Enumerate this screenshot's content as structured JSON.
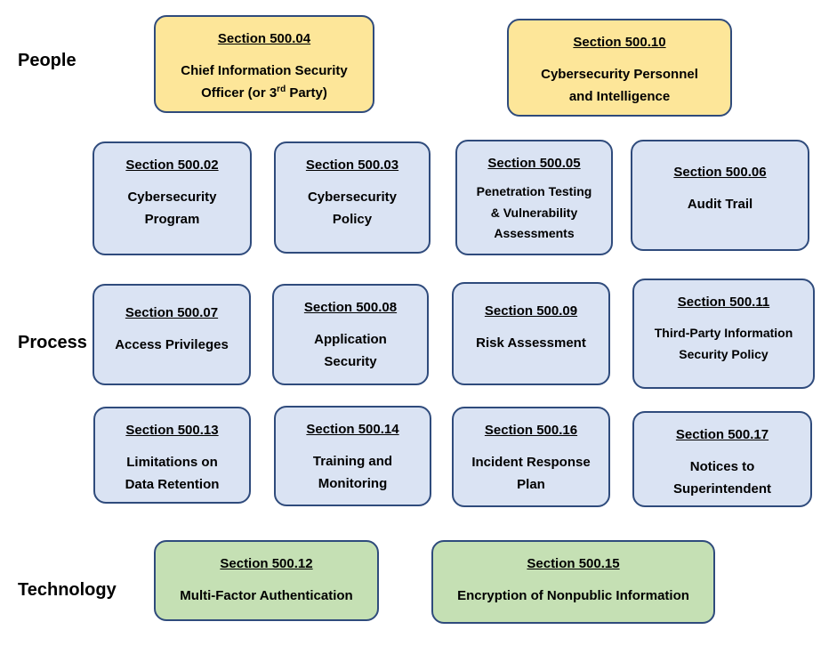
{
  "categories": {
    "people": "People",
    "process": "Process",
    "technology": "Technology"
  },
  "colors": {
    "people": "#fde699",
    "process": "#dae3f3",
    "technology": "#c5e0b4",
    "border": "#2f4b7c"
  },
  "boxes": {
    "s0504": {
      "section": "Section 500.04",
      "text_a": "Chief Information Security",
      "text_b_pre": "Officer (or 3",
      "text_b_sup": "rd",
      "text_b_post": " Party)"
    },
    "s0510": {
      "section": "Section 500.10",
      "line1": "Cybersecurity Personnel",
      "line2": "and Intelligence"
    },
    "s0502": {
      "section": "Section 500.02",
      "line1": "Cybersecurity",
      "line2": "Program"
    },
    "s0503": {
      "section": "Section 500.03",
      "line1": "Cybersecurity",
      "line2": "Policy"
    },
    "s0505": {
      "section": "Section 500.05",
      "line1": "Penetration Testing",
      "line2": "& Vulnerability",
      "line3": "Assessments"
    },
    "s0506": {
      "section": "Section 500.06",
      "line1": "Audit Trail"
    },
    "s0507": {
      "section": "Section 500.07",
      "line1": "Access Privileges"
    },
    "s0508": {
      "section": "Section 500.08",
      "line1": "Application",
      "line2": "Security"
    },
    "s0509": {
      "section": "Section 500.09",
      "line1": "Risk Assessment"
    },
    "s0511": {
      "section": "Section 500.11",
      "line1": "Third-Party Information",
      "line2": "Security Policy"
    },
    "s0513": {
      "section": "Section 500.13",
      "line1": "Limitations on",
      "line2": "Data Retention"
    },
    "s0514": {
      "section": "Section 500.14",
      "line1": "Training and",
      "line2": "Monitoring"
    },
    "s0516": {
      "section": "Section 500.16",
      "line1": "Incident Response",
      "line2": "Plan"
    },
    "s0517": {
      "section": "Section 500.17",
      "line1": "Notices to",
      "line2": "Superintendent"
    },
    "s0512": {
      "section": "Section 500.12",
      "line1": "Multi-Factor Authentication"
    },
    "s0515": {
      "section": "Section 500.15",
      "line1": "Encryption of Nonpublic Information"
    }
  }
}
